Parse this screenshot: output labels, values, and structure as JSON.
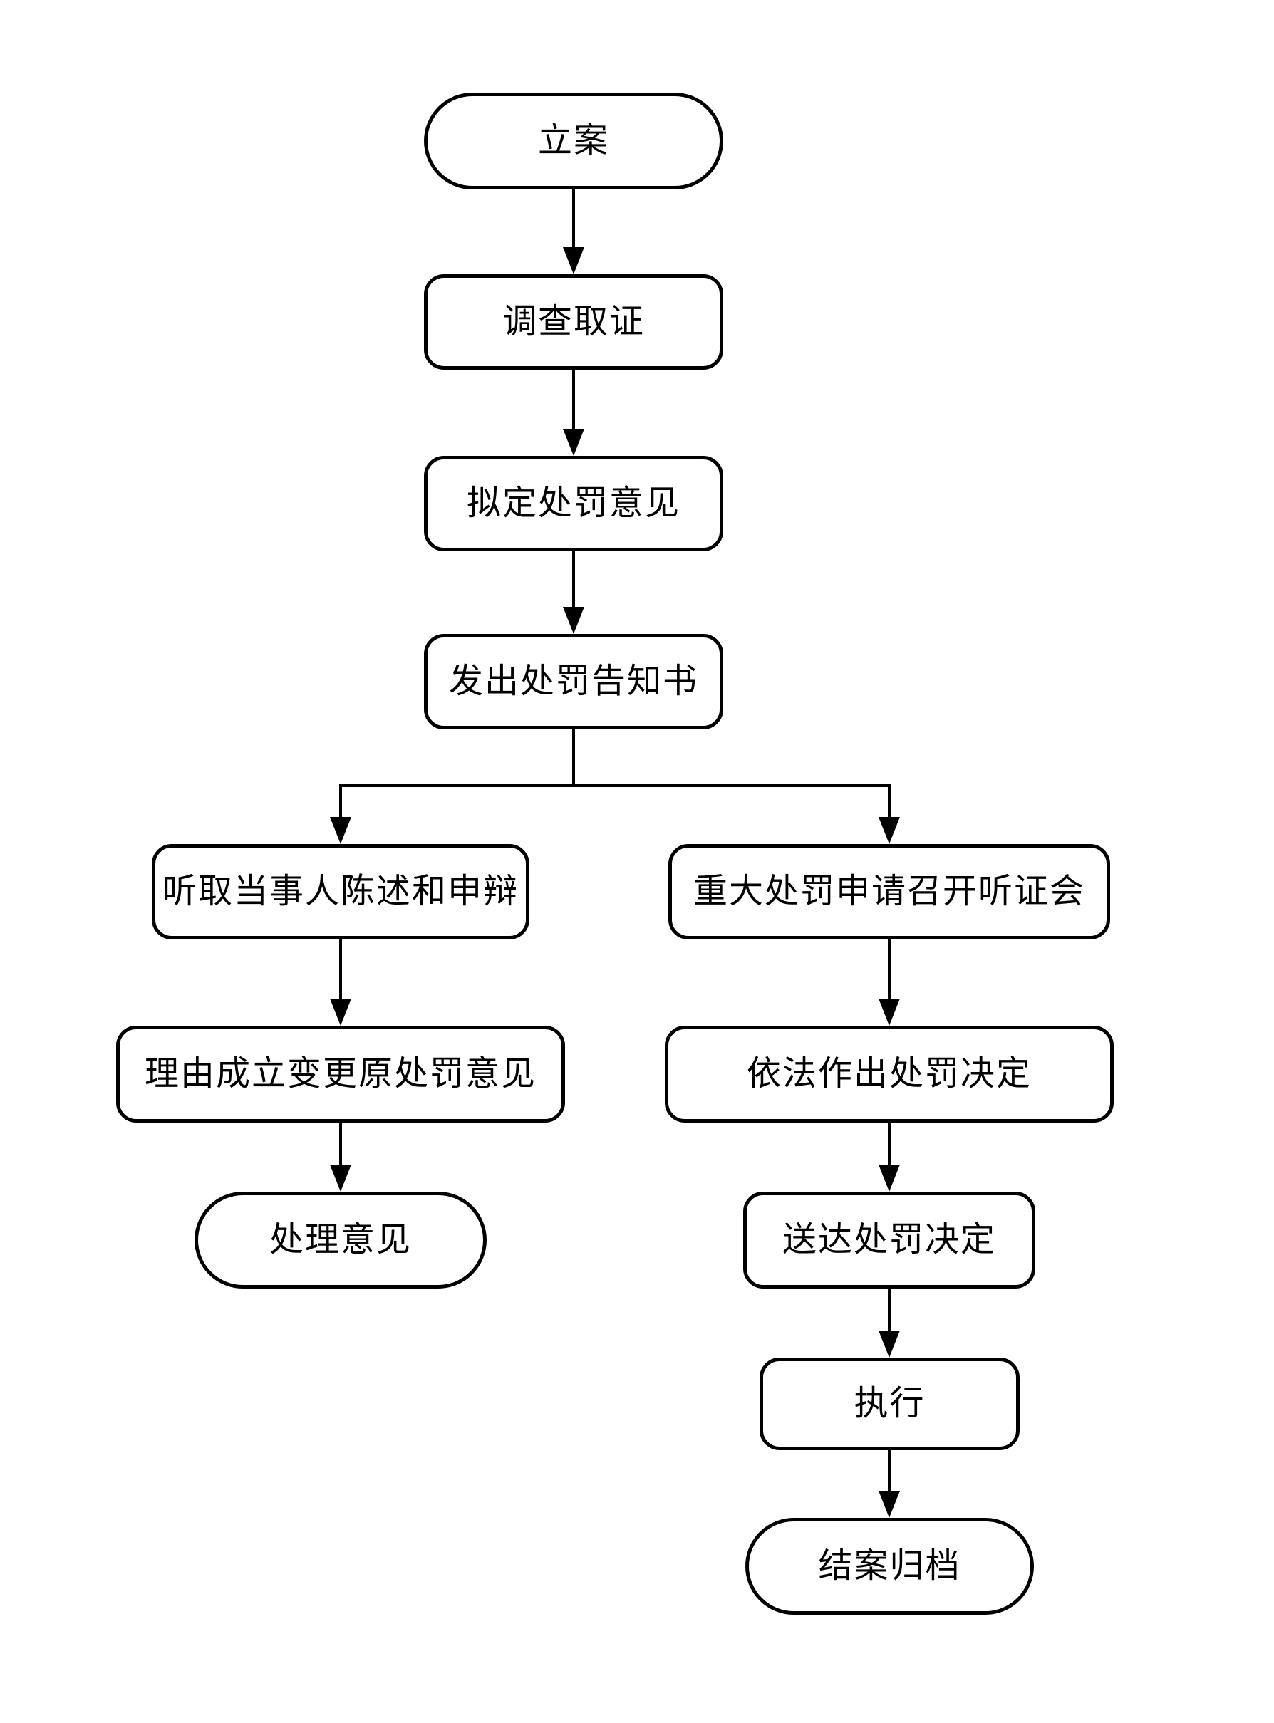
{
  "page": {
    "background_color": "#ffffff",
    "stroke_color": "#000000",
    "node_fill_color": "#ffffff"
  },
  "diagram": {
    "type": "flowchart",
    "nodes": {
      "start": {
        "label": "立案",
        "shape": "stadium"
      },
      "investigate": {
        "label": "调查取证",
        "shape": "rounded-rect"
      },
      "draft_opinion": {
        "label": "拟定处罚意见",
        "shape": "rounded-rect"
      },
      "issue_notice": {
        "label": "发出处罚告知书",
        "shape": "rounded-rect"
      },
      "hear_statement": {
        "label": "听取当事人陈述和申辩",
        "shape": "rounded-rect"
      },
      "major_hearing": {
        "label": "重大处罚申请召开听证会",
        "shape": "rounded-rect"
      },
      "change_opinion": {
        "label": "理由成立变更原处罚意见",
        "shape": "rounded-rect"
      },
      "make_decision": {
        "label": "依法作出处罚决定",
        "shape": "rounded-rect"
      },
      "handling_opinion": {
        "label": "处理意见",
        "shape": "stadium"
      },
      "deliver_decision": {
        "label": "送达处罚决定",
        "shape": "rounded-rect"
      },
      "execute": {
        "label": "执行",
        "shape": "rounded-rect"
      },
      "close_archive": {
        "label": "结案归档",
        "shape": "stadium"
      }
    },
    "edges": [
      {
        "from": "start",
        "to": "investigate"
      },
      {
        "from": "investigate",
        "to": "draft_opinion"
      },
      {
        "from": "draft_opinion",
        "to": "issue_notice"
      },
      {
        "from": "issue_notice",
        "to": "hear_statement"
      },
      {
        "from": "issue_notice",
        "to": "major_hearing"
      },
      {
        "from": "hear_statement",
        "to": "change_opinion"
      },
      {
        "from": "change_opinion",
        "to": "handling_opinion"
      },
      {
        "from": "major_hearing",
        "to": "make_decision"
      },
      {
        "from": "make_decision",
        "to": "deliver_decision"
      },
      {
        "from": "deliver_decision",
        "to": "execute"
      },
      {
        "from": "execute",
        "to": "close_archive"
      }
    ]
  }
}
